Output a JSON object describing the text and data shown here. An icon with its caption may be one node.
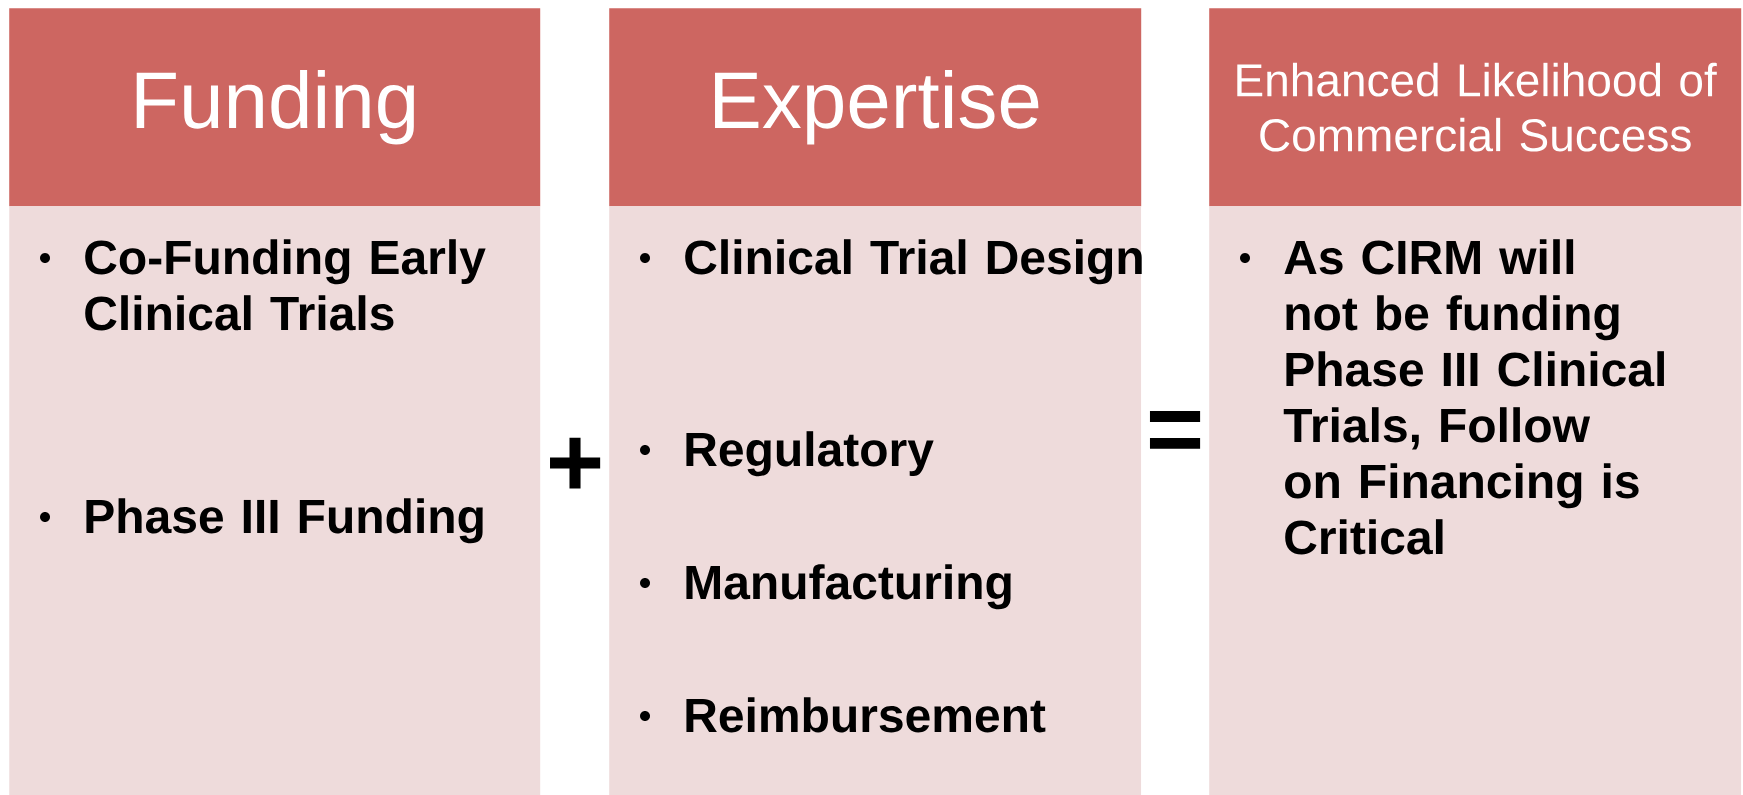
{
  "diagram": {
    "nodes": [
      {
        "text": [
          "Funding"
        ]
      },
      {
        "text": [
          "Co-Funding Early Clinical Trials",
          "Phase III Funding"
        ]
      },
      {
        "text": [
          "Expertise"
        ]
      },
      {
        "text": [
          "Clinical Trial Design",
          "Regulatory",
          "Manufacturing",
          "Reimbursement"
        ]
      },
      {
        "text": [
          "Enhanced Likelihood of Commercial Success"
        ]
      },
      {
        "text": [
          "As CIRM will not be funding Phase III Clinical Trials, Follow on Financing is Critical"
        ]
      }
    ],
    "labels": [
      "+",
      "="
    ]
  }
}
